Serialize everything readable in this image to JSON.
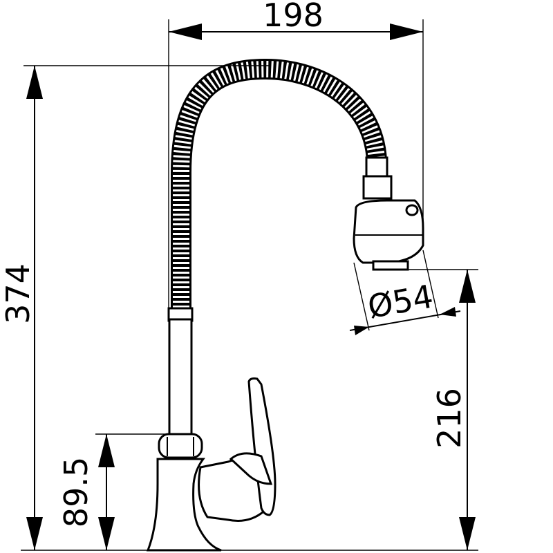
{
  "drawing": {
    "subject": "faucet-with-flexible-spout",
    "line_color": "#000000",
    "background": "#ffffff"
  },
  "dimensions": {
    "width": "198",
    "height_total": "374",
    "spray_head_diameter": "Ø54",
    "outlet_height": "216",
    "base_height": "89.5"
  }
}
